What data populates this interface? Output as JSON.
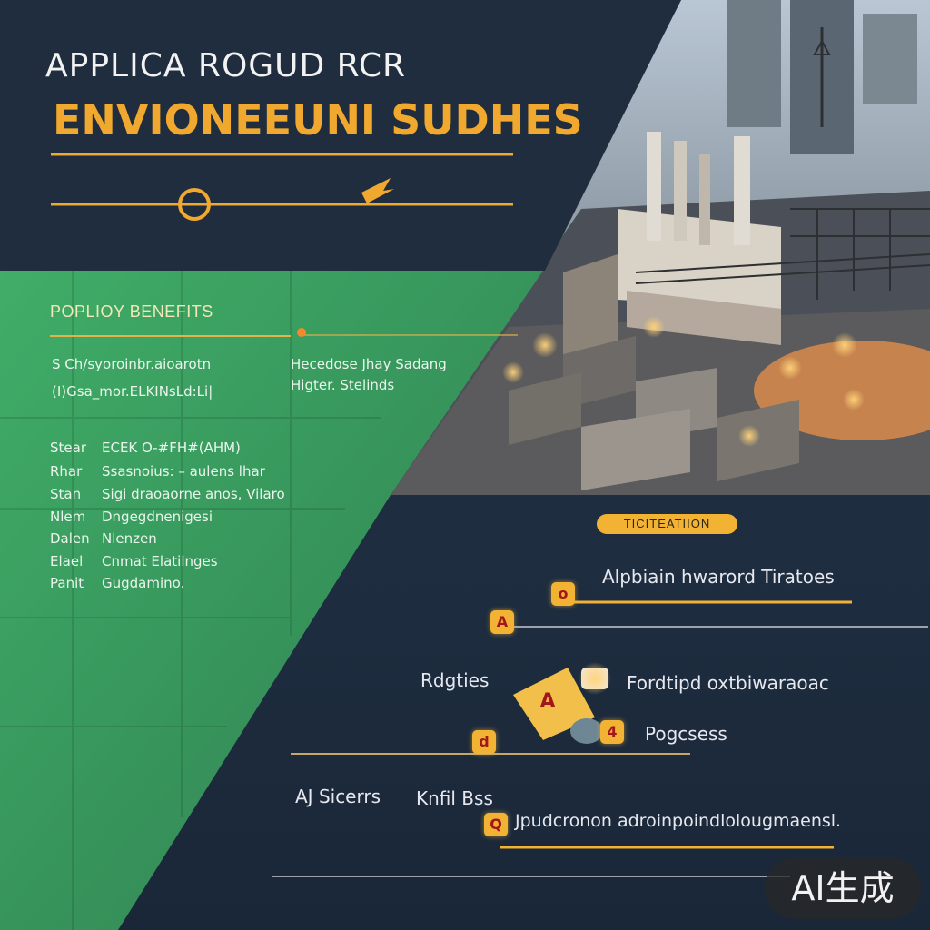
{
  "header": {
    "title_line1": "APPLICA ROGUD RCR",
    "title_line2": "ENVIONEEUNI SUDHES"
  },
  "benefits": {
    "heading": "POPLIOY BENEFITS",
    "intro_left": [
      "S Ch/syoroinbr.aioarotn",
      "(I)Gsa_mor.ELKINsLd:Li|"
    ],
    "intro_right": [
      "Hecedose Jhay Sadang",
      "Higter. Stelinds"
    ],
    "rows": [
      {
        "key": "Stear",
        "value": "ECEK O-#FH#(AHM)"
      },
      {
        "key": "Rhar",
        "value": "Ssasnoius: – aulens lhar"
      },
      {
        "key": "Stan",
        "value": "Sigi draoaorne anos, Vilaro"
      },
      {
        "key": "Nlem",
        "value": "Dngegdnenigesi"
      },
      {
        "key": "Dalen",
        "value": "Nlenzen"
      },
      {
        "key": "Elael",
        "value": "Cnmat Elatilnges"
      },
      {
        "key": "Panit",
        "value": "Gugdamino."
      }
    ]
  },
  "timeline": {
    "badge": "TICITEATIION",
    "items": [
      {
        "label": "Alpbiain hwarord Tiratoes",
        "marker": "o"
      },
      {
        "label": "Rdgties"
      },
      {
        "label": "Fordtipd oxtbiwaraoac"
      },
      {
        "label": "Pogcsess",
        "marker": "4"
      },
      {
        "label": "AJ Sicerrs"
      },
      {
        "label": "Knfil Bss"
      },
      {
        "label": "Jpudcronon adroinpoindlolougmaensl.",
        "marker": "Q"
      }
    ],
    "extra_markers": [
      "4",
      "A",
      "d"
    ]
  },
  "watermark": "AI生成",
  "colors": {
    "navy": "#1e2c3e",
    "green": "#3aa262",
    "accent_orange": "#f0a82e",
    "accent_yellow": "#f2b233"
  }
}
